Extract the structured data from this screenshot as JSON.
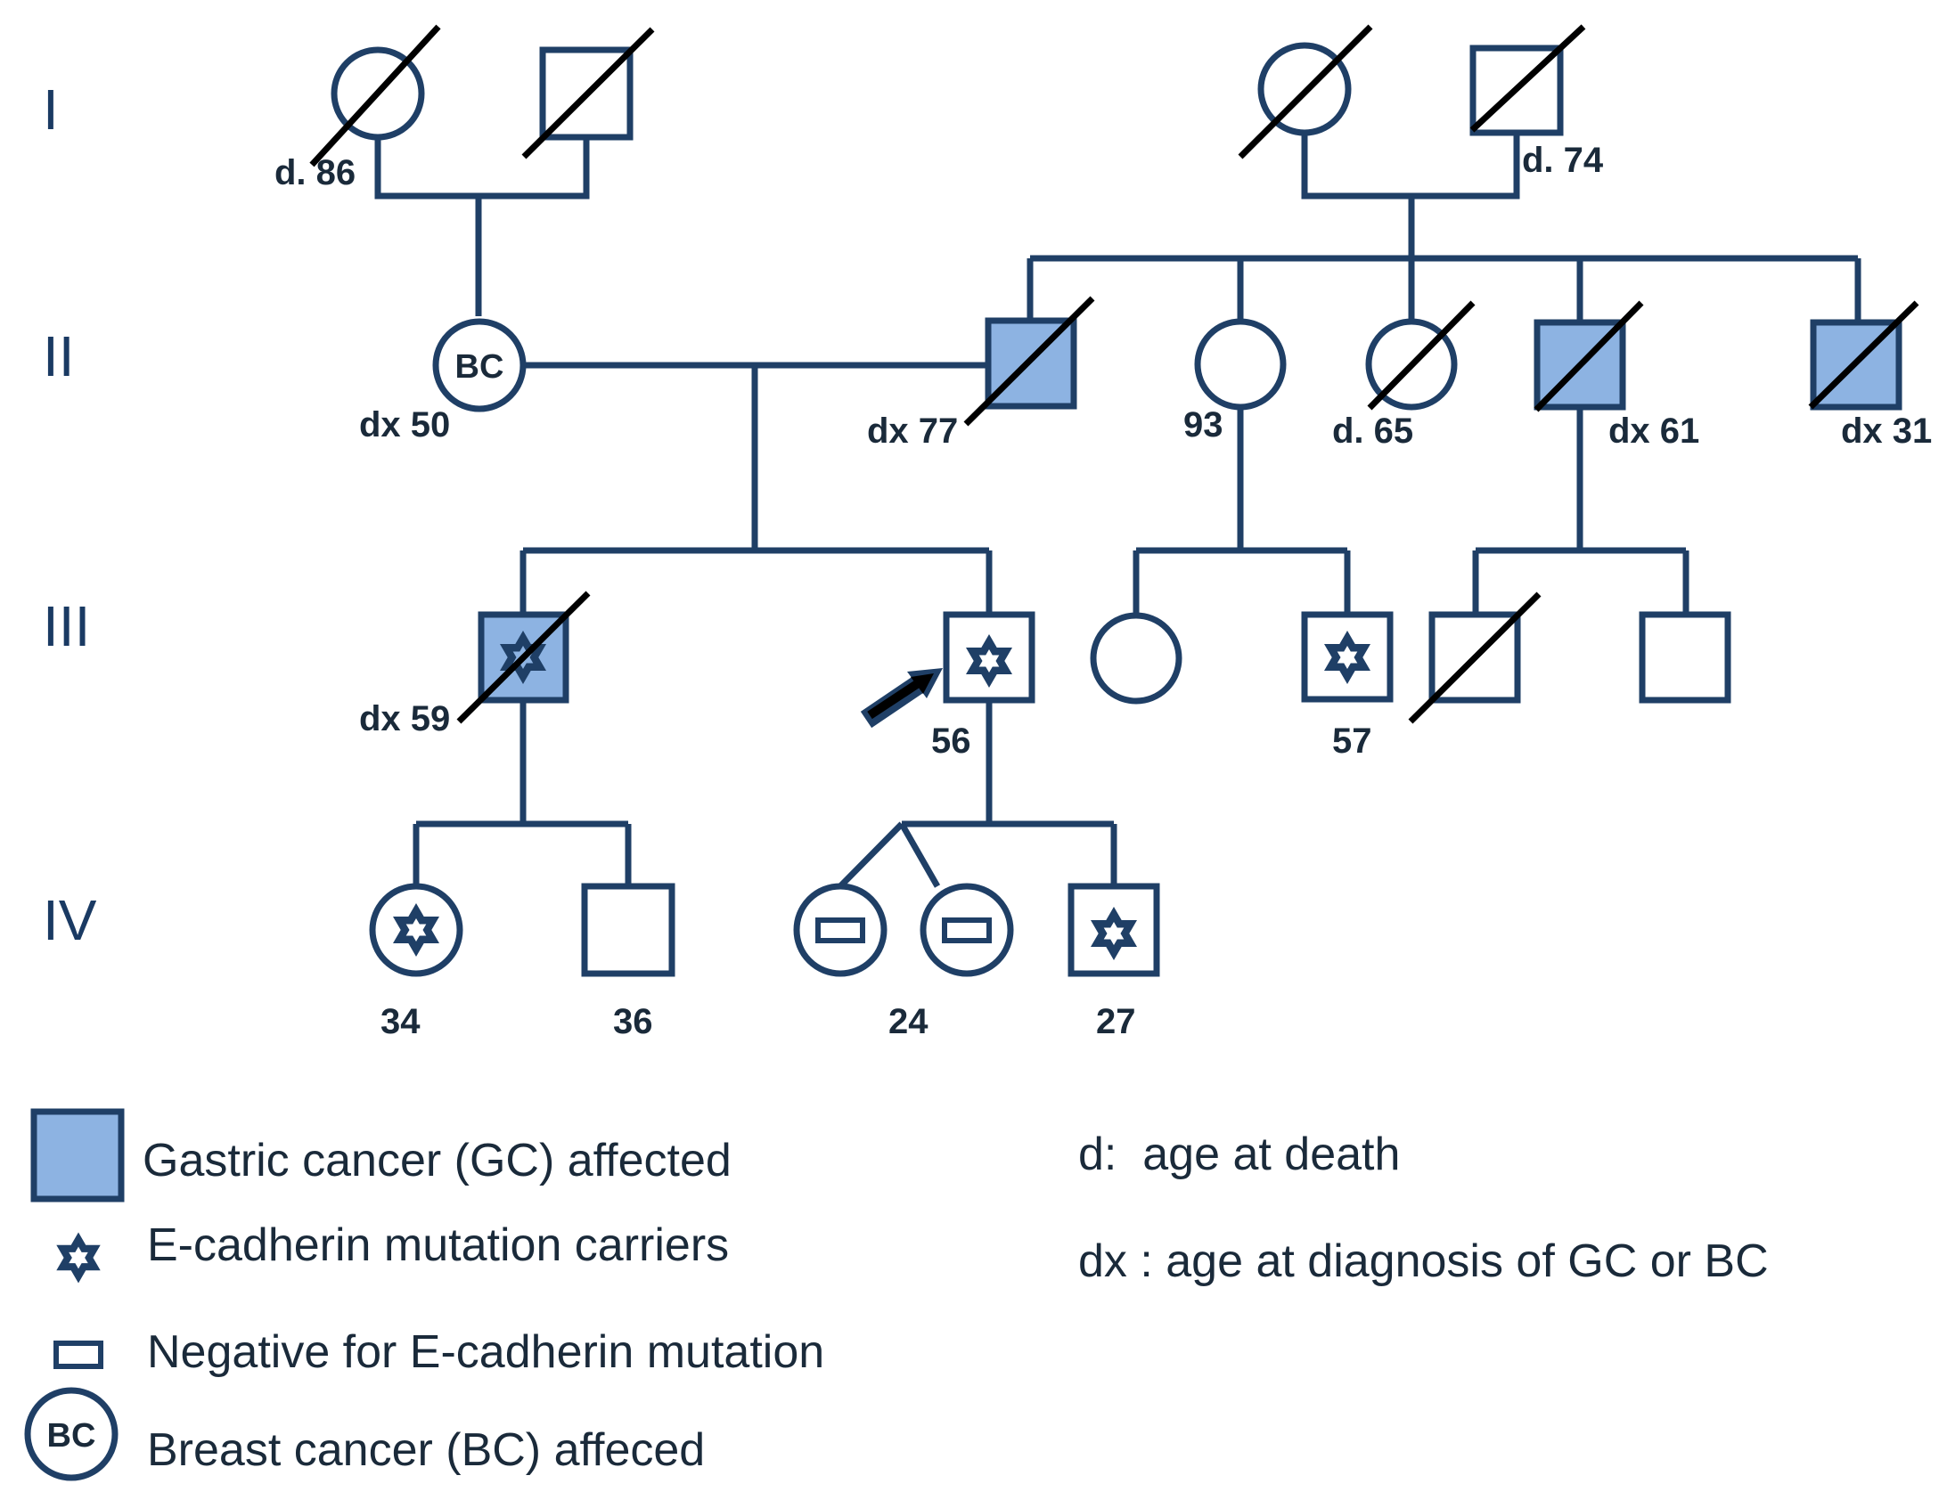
{
  "generations": [
    "I",
    "II",
    "III",
    "IV"
  ],
  "colors": {
    "line": "#1f3f66",
    "affected_fill": "#8db3e2",
    "deceased_slash": "#000000"
  },
  "individuals": [
    {
      "id": "I-1",
      "sex": "female",
      "deceased": true,
      "label": "d. 86"
    },
    {
      "id": "I-2",
      "sex": "male",
      "deceased": true,
      "label": ""
    },
    {
      "id": "I-3",
      "sex": "female",
      "deceased": true,
      "label": ""
    },
    {
      "id": "I-4",
      "sex": "male",
      "deceased": true,
      "label": "d. 74"
    },
    {
      "id": "II-1",
      "sex": "female",
      "breast_cancer": true,
      "inner_text": "BC",
      "label": "dx 50"
    },
    {
      "id": "II-2",
      "sex": "male",
      "affected": true,
      "deceased": true,
      "label": "dx 77"
    },
    {
      "id": "II-3",
      "sex": "female",
      "label": "93"
    },
    {
      "id": "II-4",
      "sex": "female",
      "deceased": true,
      "label": "d. 65"
    },
    {
      "id": "II-5",
      "sex": "male",
      "affected": true,
      "deceased": true,
      "label": "dx 61"
    },
    {
      "id": "II-6",
      "sex": "male",
      "affected": true,
      "deceased": true,
      "label": "dx 31"
    },
    {
      "id": "III-1",
      "sex": "male",
      "affected": true,
      "deceased": true,
      "carrier": true,
      "label": "dx 59"
    },
    {
      "id": "III-2",
      "sex": "male",
      "carrier": true,
      "proband": true,
      "label": "56"
    },
    {
      "id": "III-3",
      "sex": "female",
      "label": ""
    },
    {
      "id": "III-4",
      "sex": "male",
      "carrier": true,
      "label": "57"
    },
    {
      "id": "III-5",
      "sex": "male",
      "deceased": true,
      "label": ""
    },
    {
      "id": "III-6",
      "sex": "male",
      "label": ""
    },
    {
      "id": "IV-1",
      "sex": "female",
      "carrier": true,
      "label": "34"
    },
    {
      "id": "IV-2",
      "sex": "male",
      "label": "36"
    },
    {
      "id": "IV-3",
      "sex": "female",
      "negative": true,
      "twin": true,
      "label": "24"
    },
    {
      "id": "IV-4",
      "sex": "female",
      "negative": true,
      "twin": true,
      "label": ""
    },
    {
      "id": "IV-5",
      "sex": "male",
      "carrier": true,
      "label": "27"
    }
  ],
  "legend": {
    "gc_affected": "Gastric cancer (GC) affected",
    "carriers": "E-cadherin mutation carriers",
    "negative": "Negative for E-cadherin mutation",
    "bc_affected": "Breast cancer (BC) affeced",
    "bc_symbol": "BC",
    "d_def": "d:  age at death",
    "dx_def": "dx : age at diagnosis of GC or BC"
  }
}
